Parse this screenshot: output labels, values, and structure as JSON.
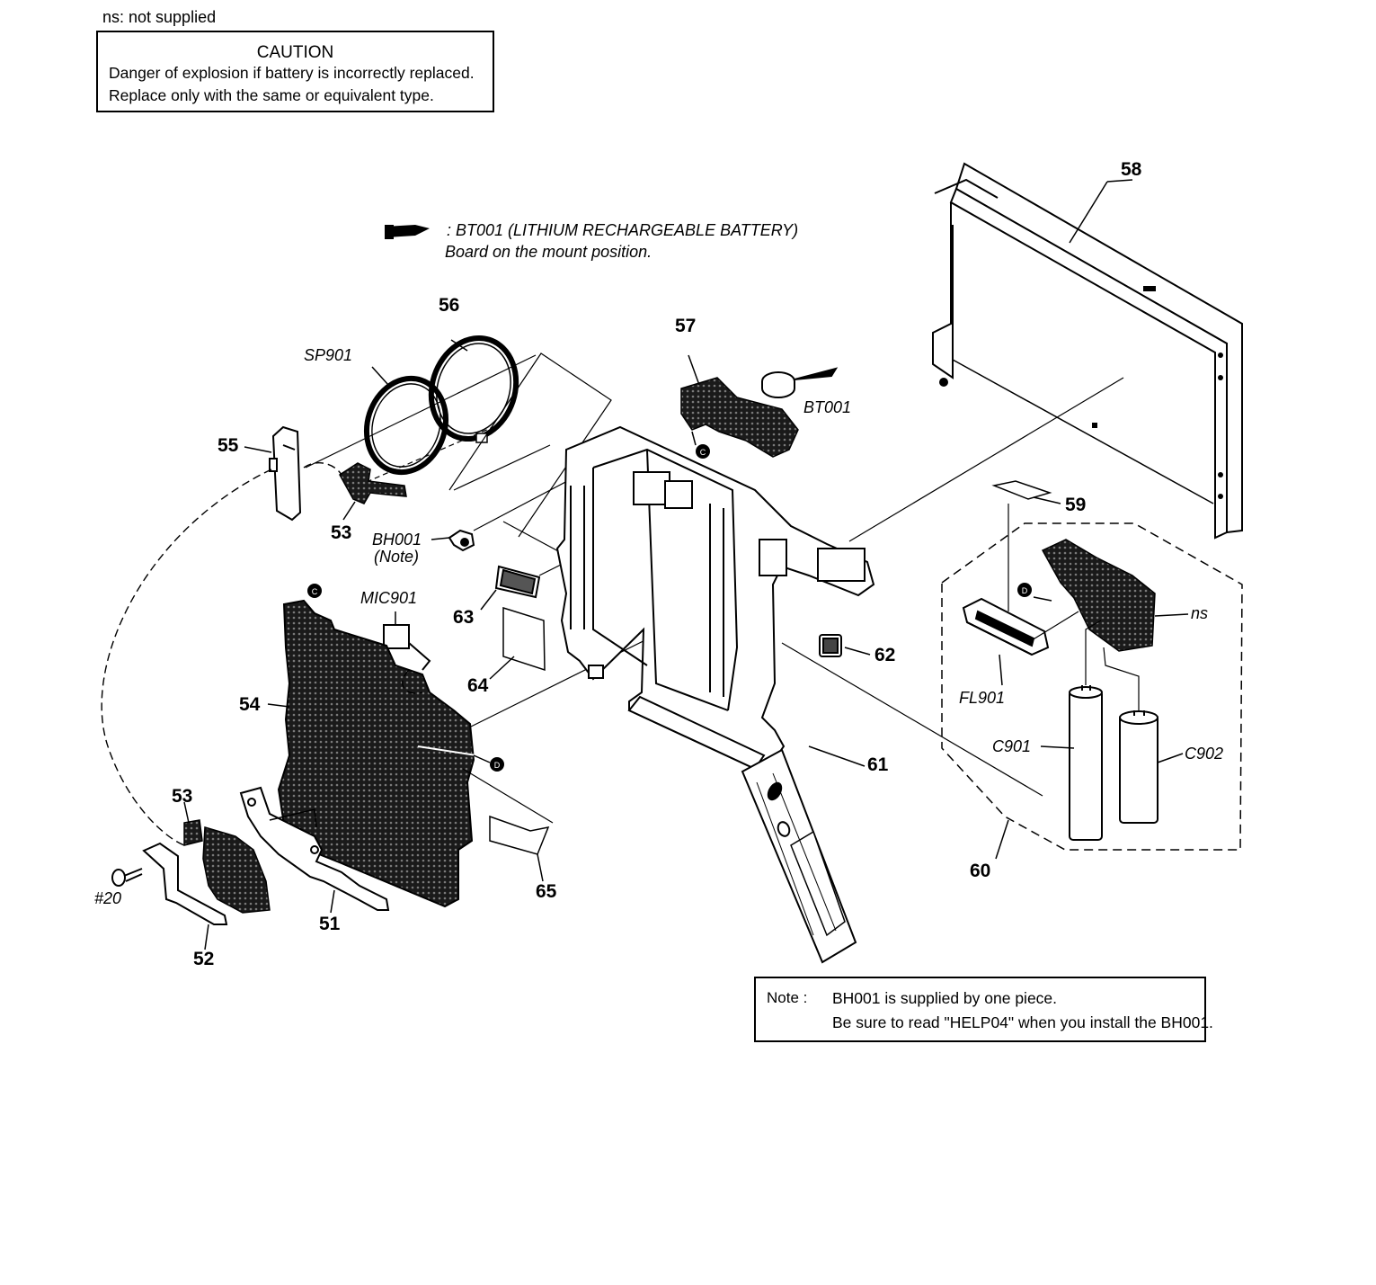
{
  "legend": {
    "ns": "ns: not supplied",
    "bt001_line1": ": BT001 (LITHIUM RECHARGEABLE BATTERY)",
    "bt001_line2": "Board on the mount position."
  },
  "caution": {
    "title": "CAUTION",
    "line1": "Danger of explosion if battery is incorrectly replaced.",
    "line2": "Replace only with the same or equivalent type."
  },
  "note": {
    "label": "Note :",
    "line1": "BH001 is supplied by one piece.",
    "line2": "Be sure to read \"HELP04\" when you install the BH001."
  },
  "callouts": {
    "p51": "51",
    "p52": "52",
    "p53a": "53",
    "p53b": "53",
    "p54": "54",
    "p55": "55",
    "p56": "56",
    "p57": "57",
    "p58": "58",
    "p59": "59",
    "p60": "60",
    "p61": "61",
    "p62": "62",
    "p63": "63",
    "p64": "64",
    "p65": "65",
    "sp901": "SP901",
    "bt001": "BT001",
    "bh001": "BH001",
    "bh001_note": "(Note)",
    "mic901": "MIC901",
    "fl901": "FL901",
    "c901": "C901",
    "c902": "C902",
    "ns": "ns",
    "screw20": "#20"
  },
  "markers": {
    "c": "C",
    "d": "D"
  }
}
